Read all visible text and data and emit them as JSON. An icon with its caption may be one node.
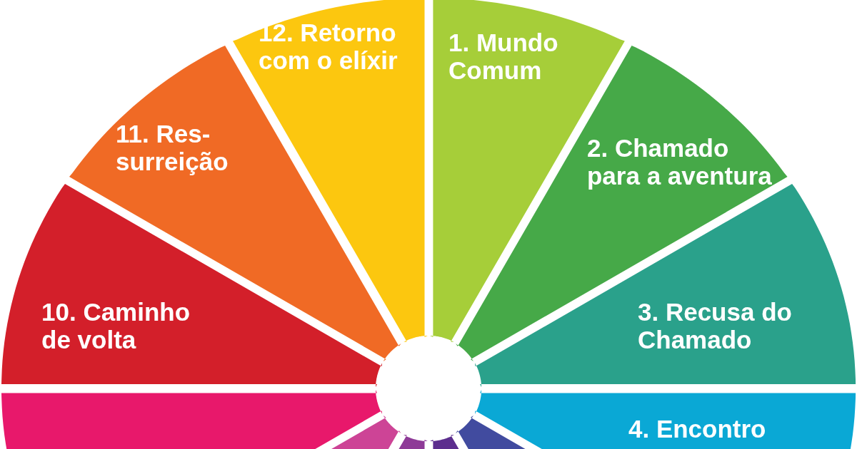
{
  "diagram": {
    "nodes": [
      {
        "text": [
          "1. Mundo Comum"
        ]
      },
      {
        "text": [
          "2. Chamado para a aventura"
        ]
      },
      {
        "text": [
          "3. Recusa do Chamado"
        ]
      },
      {
        "text": [
          "4. Encontro"
        ]
      },
      {
        "text": [],
        "shape": "wedge"
      },
      {
        "text": [],
        "shape": "wedge"
      },
      {
        "text": [],
        "shape": "wedge"
      },
      {
        "text": [],
        "shape": "wedge"
      },
      {
        "text": [],
        "shape": "wedge"
      },
      {
        "text": [
          "10. Caminho de volta"
        ]
      },
      {
        "text": [
          "11. Res- surreição"
        ]
      },
      {
        "text": [
          "12. Retorno com o elíxir"
        ]
      }
    ],
    "edges": []
  }
}
